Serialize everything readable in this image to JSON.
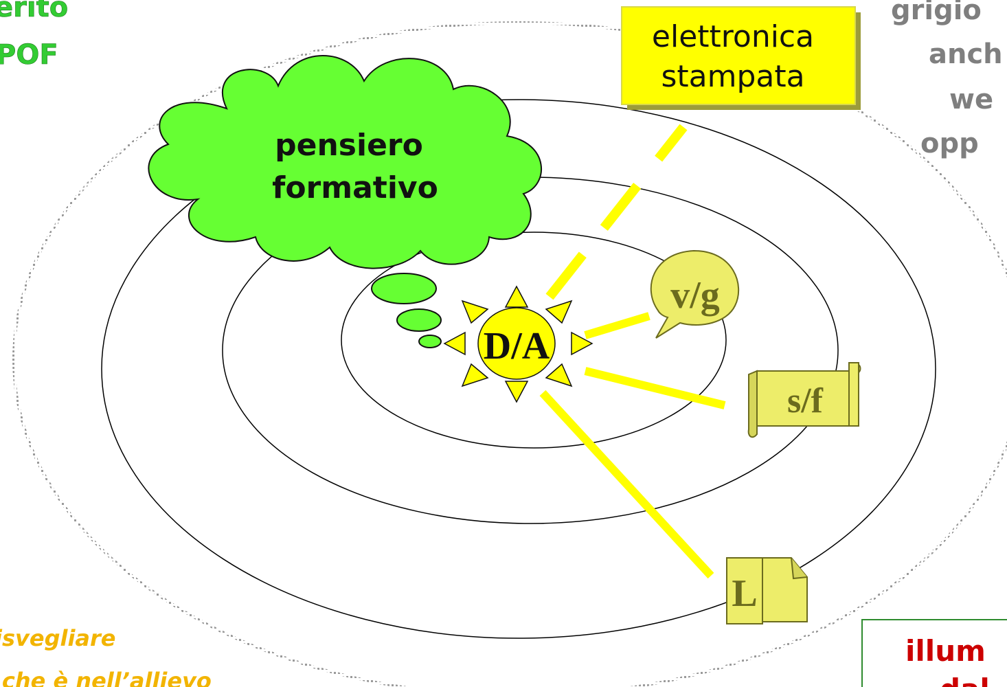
{
  "corner_texts": {
    "top_left_line1": "erito",
    "top_left_line2": "POF",
    "top_right_line1": "grigio",
    "top_right_line2": "anch",
    "top_right_line3": "we",
    "top_right_line4": "opp",
    "bottom_left_line1": "isvegliare",
    "bottom_left_line2": "e che è nell’allievo",
    "bottom_right_line1": "illum",
    "bottom_right_line2": "dal"
  },
  "cloud": {
    "line1": "pensiero",
    "line2": "formativo"
  },
  "sun_label": "D/A",
  "media_labels": {
    "electronic_line1": "elettronica",
    "electronic_line2": "stampata",
    "speech": "v/g",
    "scroll": "s/f",
    "page": "L"
  },
  "colors": {
    "cloud_fill": "#66ff33",
    "sun_fill": "#ffff00",
    "ray_color": "#ffff00",
    "label_box_fill": "#ffff00",
    "olive_shape_fill": "#eded6a"
  }
}
